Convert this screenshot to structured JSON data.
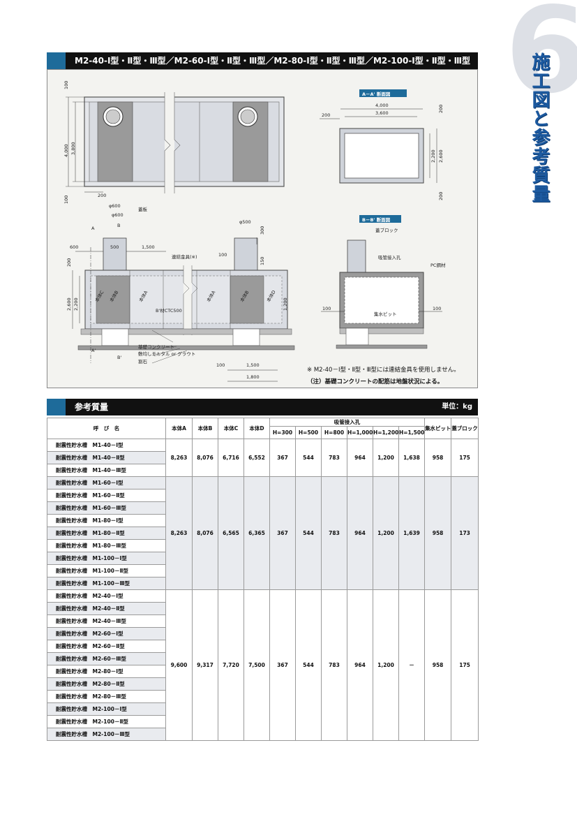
{
  "chapter": {
    "number": "6",
    "side_title": "施工図と参考質量"
  },
  "section1": {
    "title": "M2-40-Ⅰ型・Ⅱ型・Ⅲ型／M2-60-Ⅰ型・Ⅱ型・Ⅲ型／M2-80-Ⅰ型・Ⅱ型・Ⅲ型／M2-100-Ⅰ型・Ⅱ型・Ⅲ型"
  },
  "drawing": {
    "plan": {
      "dims_left": [
        "100",
        "4,000",
        "3,800",
        "100"
      ],
      "dim_bottom": "200"
    },
    "section_aa": {
      "label": "A－A' 断面図",
      "width_outer": "4,000",
      "width_inner": "3,600",
      "side": "200",
      "height_inner": "2,200",
      "height_outer": "2,600",
      "top": "200",
      "bottom": "200"
    },
    "section_bb": {
      "label": "B－B' 断面図",
      "block": "蓋ブロック",
      "hole": "吸管接入孔",
      "pc_label": "PC鋼材",
      "pit": "集水ピット",
      "side": "100"
    },
    "elevation": {
      "phi600": "φ600",
      "phi600b": "φ600",
      "phi500": "φ500",
      "lid": "蓋板",
      "dim_500": "500",
      "dim_1500": "1,500",
      "dim_600": "600",
      "dim_100": "100",
      "dim_200": "200",
      "dim_300": "300",
      "dim_150": "150",
      "dim_1200": "1,200",
      "dim_2600": "2,600",
      "dim_2200": "2,200",
      "dim_1500b": "1,500",
      "dim_1800": "1,800",
      "labels": {
        "a": "A",
        "a2": "A'",
        "b": "B",
        "b2": "B'",
        "fitting": "連結金具(※)",
        "b1": "本体C",
        "b2n": "本体B",
        "b3": "本体A",
        "b4": "本体B",
        "b5": "本体D",
        "dtc": "B'材CTC500",
        "base": "基礎コンクリート",
        "mortar": "敷均しモルタル or グラウト",
        "stone": "割石"
      }
    }
  },
  "notes": {
    "n1": "※ M2-40－Ⅰ型・Ⅱ型・Ⅲ型には連結金具を使用しません。",
    "n2": "（注）基礎コンクリートの配筋は地盤状況による。"
  },
  "section2": {
    "title": "参考質量",
    "unit": "単位：kg"
  },
  "table": {
    "headers": {
      "name": "呼　び　名",
      "a": "本体A",
      "b": "本体B",
      "c": "本体C",
      "d": "本体D",
      "hole": "吸管接入孔",
      "pit": "集水ピット",
      "lid": "蓋ブロック",
      "h": [
        "H=300",
        "H=500",
        "H=800",
        "H=1,000",
        "H=1,200",
        "H=1,500"
      ]
    },
    "groups": [
      {
        "rows": [
          "耐震性貯水槽　M1-40－Ⅰ型",
          "耐震性貯水槽　M1-40－Ⅱ型",
          "耐震性貯水槽　M1-40－Ⅲ型"
        ],
        "values": [
          "8,263",
          "8,076",
          "6,716",
          "6,552",
          "367",
          "544",
          "783",
          "964",
          "1,200",
          "1,638",
          "958",
          "175"
        ]
      },
      {
        "rows": [
          "耐震性貯水槽　M1-60－Ⅰ型",
          "耐震性貯水槽　M1-60－Ⅱ型",
          "耐震性貯水槽　M1-60－Ⅲ型",
          "耐震性貯水槽　M1-80－Ⅰ型",
          "耐震性貯水槽　M1-80－Ⅱ型",
          "耐震性貯水槽　M1-80－Ⅲ型",
          "耐震性貯水槽　M1-100－Ⅰ型",
          "耐震性貯水槽　M1-100－Ⅱ型",
          "耐震性貯水槽　M1-100－Ⅲ型"
        ],
        "values": [
          "8,263",
          "8,076",
          "6,565",
          "6,365",
          "367",
          "544",
          "783",
          "964",
          "1,200",
          "1,639",
          "958",
          "173"
        ]
      },
      {
        "rows": [
          "耐震性貯水槽　M2-40－Ⅰ型",
          "耐震性貯水槽　M2-40－Ⅱ型",
          "耐震性貯水槽　M2-40－Ⅲ型",
          "耐震性貯水槽　M2-60－Ⅰ型",
          "耐震性貯水槽　M2-60－Ⅱ型",
          "耐震性貯水槽　M2-60－Ⅲ型",
          "耐震性貯水槽　M2-80－Ⅰ型",
          "耐震性貯水槽　M2-80－Ⅱ型",
          "耐震性貯水槽　M2-80－Ⅲ型",
          "耐震性貯水槽　M2-100－Ⅰ型",
          "耐震性貯水槽　M2-100－Ⅱ型",
          "耐震性貯水槽　M2-100－Ⅲ型"
        ],
        "values": [
          "9,600",
          "9,317",
          "7,720",
          "7,500",
          "367",
          "544",
          "783",
          "964",
          "1,200",
          "－",
          "958",
          "175"
        ]
      }
    ]
  }
}
